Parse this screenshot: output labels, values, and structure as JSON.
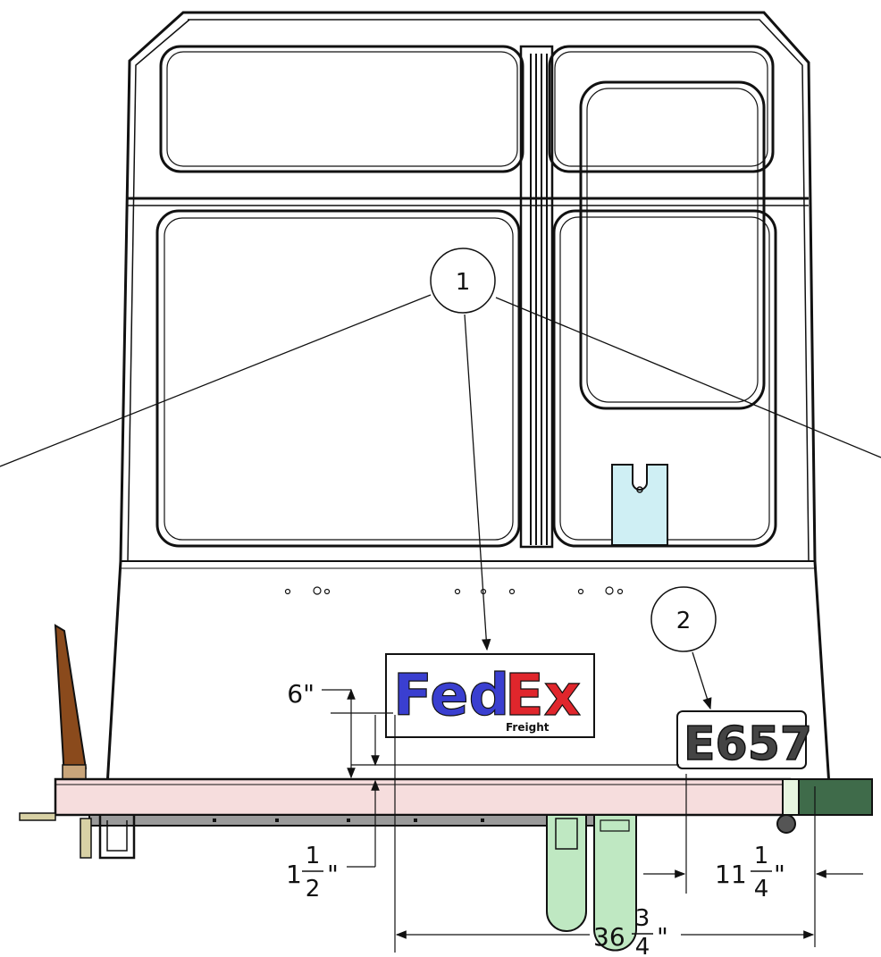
{
  "balloons": {
    "b1": "1",
    "b2": "2"
  },
  "logo": {
    "fed": "Fed",
    "ex": "Ex",
    "sub": "Freight"
  },
  "plate": {
    "text": "E657"
  },
  "dimensions": {
    "d6": {
      "text": "6\""
    },
    "d1_5": {
      "whole": "1",
      "num": "1",
      "den": "2",
      "unit": "\""
    },
    "d11_25": {
      "whole": "11",
      "num": "1",
      "den": "4",
      "unit": "\""
    },
    "d36_75": {
      "whole": "36",
      "num": "3",
      "den": "4",
      "unit": "\""
    }
  },
  "colors": {
    "logo_purple": "#3a3fd0",
    "logo_red": "#e0262c",
    "bumper_pink": "#f6dddd",
    "bracket_blue": "#cfeff4",
    "step_green": "#bfe8c2",
    "hitch_green": "#3f6b4a",
    "flap_brown": "#8a4a1c",
    "frame_gray": "#9a9a9a"
  }
}
